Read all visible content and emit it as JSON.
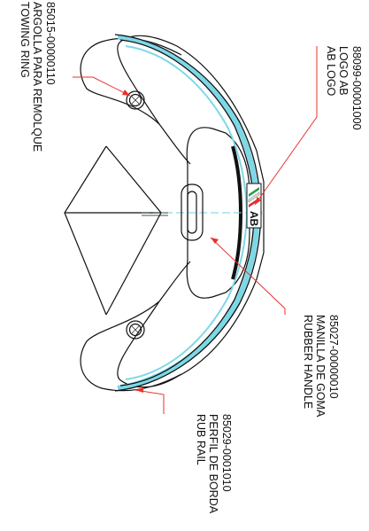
{
  "callouts": {
    "logo": {
      "part_number": "88099-00001000",
      "spanish": "LOGO AB",
      "english": "AB LOGO"
    },
    "handle": {
      "part_number": "85027-00000010",
      "spanish": "MANILLA DE GOMA",
      "english": "RUBBER HANDLE"
    },
    "rub": {
      "part_number": "85029-0001010",
      "spanish": "PERFIL DE BORDA",
      "english": "RUB RAIL"
    },
    "ring": {
      "part_number": "85015-00000110",
      "spanish": "ARGOLLA PARA REMOLQUE",
      "english": "TOWING RING"
    }
  },
  "logo_badge": {
    "text": "AB"
  },
  "colors": {
    "leader": "#e8322b",
    "rail_accent": "#7dd8e6",
    "outline": "#111111",
    "centerline": "#6fd0e2"
  }
}
